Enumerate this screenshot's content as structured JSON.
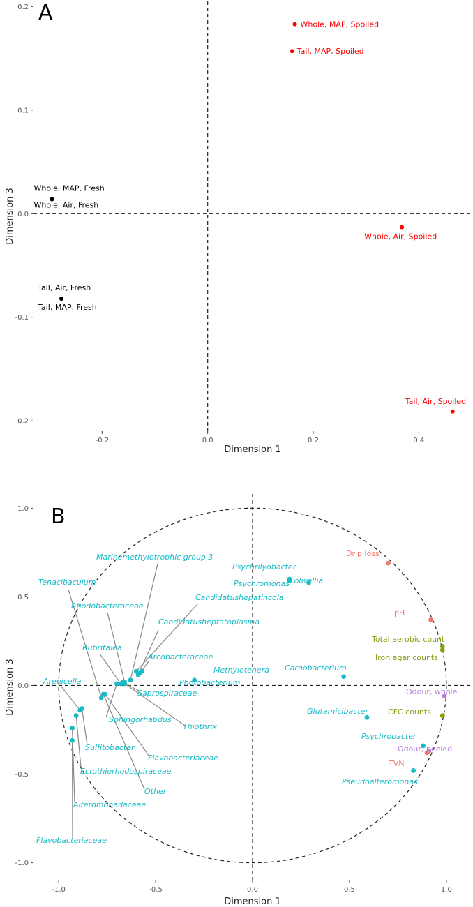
{
  "panels": [
    {
      "letter": "A"
    },
    {
      "letter": "B"
    }
  ],
  "chart_data": [
    {
      "type": "scatter",
      "panel": "A",
      "xlabel": "Dimension 1",
      "ylabel": "Dimension 3",
      "xlim": [
        -0.33,
        0.5
      ],
      "ylim": [
        -0.21,
        0.205
      ],
      "xticks": [
        -0.2,
        0.0,
        0.2,
        0.4
      ],
      "xtick_labels": [
        "-0.2",
        "0.0",
        "0.2",
        "0.4"
      ],
      "yticks": [
        -0.2,
        -0.1,
        0.0,
        0.1,
        0.2
      ],
      "ytick_labels": [
        "-0.2",
        "-0.1",
        "0.0",
        "0.1",
        "0.2"
      ],
      "grid": false,
      "reference_lines": {
        "x": 0,
        "y": 0
      },
      "colors": {
        "fresh": "#000000",
        "spoiled": "#ff0000"
      },
      "points": [
        {
          "label": "Whole, MAP, Spoiled",
          "x": 0.165,
          "y": 0.183,
          "group": "spoiled"
        },
        {
          "label": "Tail, MAP, Spoiled",
          "x": 0.16,
          "y": 0.157,
          "group": "spoiled"
        },
        {
          "label": "Whole, MAP, Fresh",
          "x": -0.295,
          "y": 0.014,
          "group": "fresh"
        },
        {
          "label": "Whole, Air, Fresh",
          "x": -0.295,
          "y": 0.014,
          "group": "fresh"
        },
        {
          "label": "Whole, Air, Spoiled",
          "x": 0.368,
          "y": -0.013,
          "group": "spoiled"
        },
        {
          "label": "Tail, Air, Fresh",
          "x": -0.277,
          "y": -0.082,
          "group": "fresh"
        },
        {
          "label": "Tail, MAP, Fresh",
          "x": -0.277,
          "y": -0.082,
          "group": "fresh"
        },
        {
          "label": "Tail, Air, Spoiled",
          "x": 0.464,
          "y": -0.191,
          "group": "spoiled"
        }
      ]
    },
    {
      "type": "scatter",
      "panel": "B",
      "xlabel": "Dimension 1",
      "ylabel": "Dimension 3",
      "xlim": [
        -1.13,
        1.13
      ],
      "ylim": [
        -1.1,
        1.08
      ],
      "xticks": [
        -1.0,
        -0.5,
        0.0,
        0.5,
        1.0
      ],
      "xtick_labels": [
        "-1.0",
        "-0.5",
        "0.0",
        "0.5",
        "1.0"
      ],
      "yticks": [
        -1.0,
        -0.5,
        0.0,
        0.5,
        1.0
      ],
      "ytick_labels": [
        "-1.0",
        "-0.5",
        "0.0",
        "0.5",
        "1.0"
      ],
      "grid": false,
      "unit_circle": true,
      "reference_lines": {
        "x": 0,
        "y": 0
      },
      "colors": {
        "taxa": "#17bcc7",
        "quality": "#f0776f",
        "counts": "#7fa414",
        "odour": "#b77ae0",
        "leader": "#888888"
      },
      "points": [
        {
          "label": "Psychrilyobacter",
          "x": 0.19,
          "y": 0.6,
          "group": "taxa"
        },
        {
          "label": "Psychromonas",
          "x": 0.19,
          "y": 0.59,
          "group": "taxa"
        },
        {
          "label": "Colwellia",
          "x": 0.29,
          "y": 0.58,
          "group": "taxa"
        },
        {
          "label": "Carnobacterium",
          "x": 0.47,
          "y": 0.05,
          "group": "taxa"
        },
        {
          "label": "Glutamicibacter",
          "x": 0.59,
          "y": -0.18,
          "group": "taxa"
        },
        {
          "label": "Psychrobacter",
          "x": 0.88,
          "y": -0.34,
          "group": "taxa"
        },
        {
          "label": "Pseudoalteromonas",
          "x": 0.83,
          "y": -0.48,
          "group": "taxa"
        },
        {
          "label": "Photobacterium",
          "x": -0.3,
          "y": 0.03,
          "group": "taxa"
        },
        {
          "label": "Methylotenera",
          "x": -0.57,
          "y": 0.08,
          "group": "taxa"
        },
        {
          "label": "Arcobacteraceae",
          "x": -0.58,
          "y": 0.07,
          "group": "taxa"
        },
        {
          "label": "Candidatusheptatoplasma",
          "x": -0.59,
          "y": 0.06,
          "group": "taxa"
        },
        {
          "label": "Candidatushepatincola",
          "x": -0.6,
          "y": 0.08,
          "group": "taxa"
        },
        {
          "label": "Marinemethylotrophic group 3",
          "x": -0.63,
          "y": 0.03,
          "group": "taxa"
        },
        {
          "label": "Rhodobacteraceae",
          "x": -0.66,
          "y": 0.02,
          "group": "taxa"
        },
        {
          "label": "Rubritalea",
          "x": -0.68,
          "y": 0.01,
          "group": "taxa"
        },
        {
          "label": "Saprospiraceae",
          "x": -0.67,
          "y": 0.02,
          "group": "taxa"
        },
        {
          "label": "Thiothrix",
          "x": -0.66,
          "y": 0.01,
          "group": "taxa"
        },
        {
          "label": "Sphingorhabdus",
          "x": -0.7,
          "y": 0.01,
          "group": "taxa"
        },
        {
          "label": "Flavobacteriaceae",
          "x": -0.76,
          "y": -0.05,
          "group": "taxa"
        },
        {
          "label": "Other",
          "x": -0.77,
          "y": -0.05,
          "group": "taxa"
        },
        {
          "label": "Tenacibaculum",
          "x": -0.78,
          "y": -0.07,
          "group": "taxa"
        },
        {
          "label": "Arenicella",
          "x": -0.89,
          "y": -0.14,
          "group": "taxa"
        },
        {
          "label": "Sulfitobacter",
          "x": -0.88,
          "y": -0.13,
          "group": "taxa"
        },
        {
          "label": "Ectothiorhodospiraceae",
          "x": -0.91,
          "y": -0.17,
          "group": "taxa"
        },
        {
          "label": "Alteromonadaceae",
          "x": -0.93,
          "y": -0.24,
          "group": "taxa"
        },
        {
          "label": "Flavobacteriaceae",
          "x": -0.93,
          "y": -0.31,
          "group": "taxa"
        },
        {
          "label": "Drip loss",
          "x": 0.7,
          "y": 0.69,
          "group": "quality"
        },
        {
          "label": "pH",
          "x": 0.92,
          "y": 0.37,
          "group": "quality"
        },
        {
          "label": "Total aerobic count",
          "x": 0.98,
          "y": 0.22,
          "group": "counts"
        },
        {
          "label": "Iron agar counts",
          "x": 0.98,
          "y": 0.2,
          "group": "counts"
        },
        {
          "label": "Odour, whole",
          "x": 0.99,
          "y": -0.06,
          "group": "odour"
        },
        {
          "label": "CFC counts",
          "x": 0.98,
          "y": -0.17,
          "group": "counts"
        },
        {
          "label": "Odour, peeled",
          "x": 0.91,
          "y": -0.37,
          "group": "odour"
        },
        {
          "label": "TVN",
          "x": 0.9,
          "y": -0.38,
          "group": "quality"
        }
      ]
    }
  ]
}
